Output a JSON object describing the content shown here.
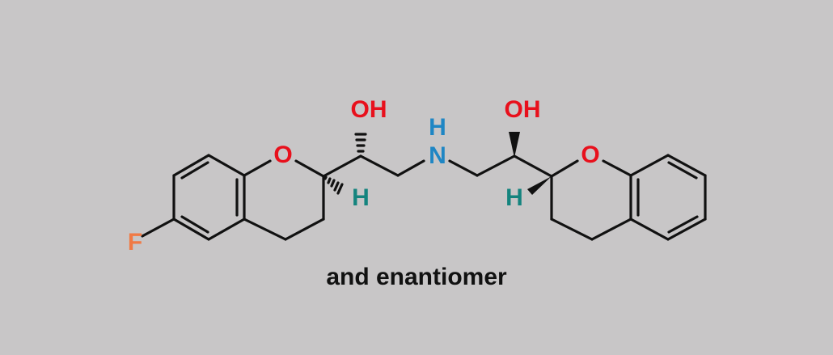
{
  "structure": {
    "atoms": {
      "fluorine": "F",
      "ring_oxygen_left": "O",
      "ring_oxygen_right": "O",
      "hydroxyl_left": "OH",
      "hydroxyl_right": "OH",
      "amine_nitrogen": "N",
      "amine_hydrogen": "H",
      "stereo_hydrogen_left": "H",
      "stereo_hydrogen_right": "H"
    },
    "caption": "and enantiomer"
  },
  "colors": {
    "background": "#c8c6c7",
    "bond": "#111111",
    "oxygen": "#e8101c",
    "nitrogen": "#1f86c4",
    "fluorine": "#f07a45",
    "hydrogen": "#14847e",
    "text": "#111111"
  }
}
